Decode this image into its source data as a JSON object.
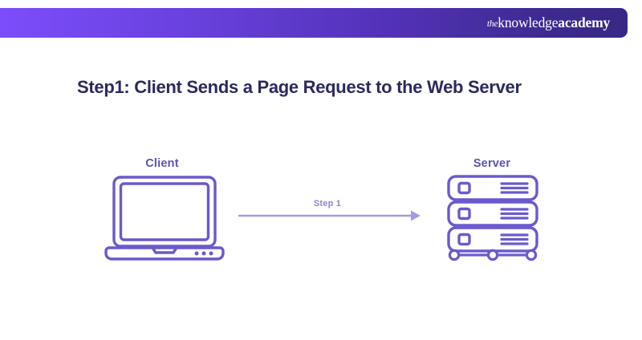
{
  "header": {
    "logo": {
      "prefix": "the",
      "mid": "knowledge",
      "suffix": "academy"
    },
    "gradient_start": "#7c4dfb",
    "gradient_end": "#392785"
  },
  "title": "Step1: Client Sends a Page Request to the Web Server",
  "title_color": "#2b2a5e",
  "diagram": {
    "type": "flow",
    "accent_color": "#6a5acd",
    "arrow_color": "#a49be0",
    "nodes": [
      {
        "id": "client",
        "label": "Client",
        "icon": "laptop-icon"
      },
      {
        "id": "server",
        "label": "Server",
        "icon": "server-stack-icon"
      }
    ],
    "edges": [
      {
        "from": "client",
        "to": "server",
        "label": "Step 1",
        "direction": "right"
      }
    ]
  }
}
